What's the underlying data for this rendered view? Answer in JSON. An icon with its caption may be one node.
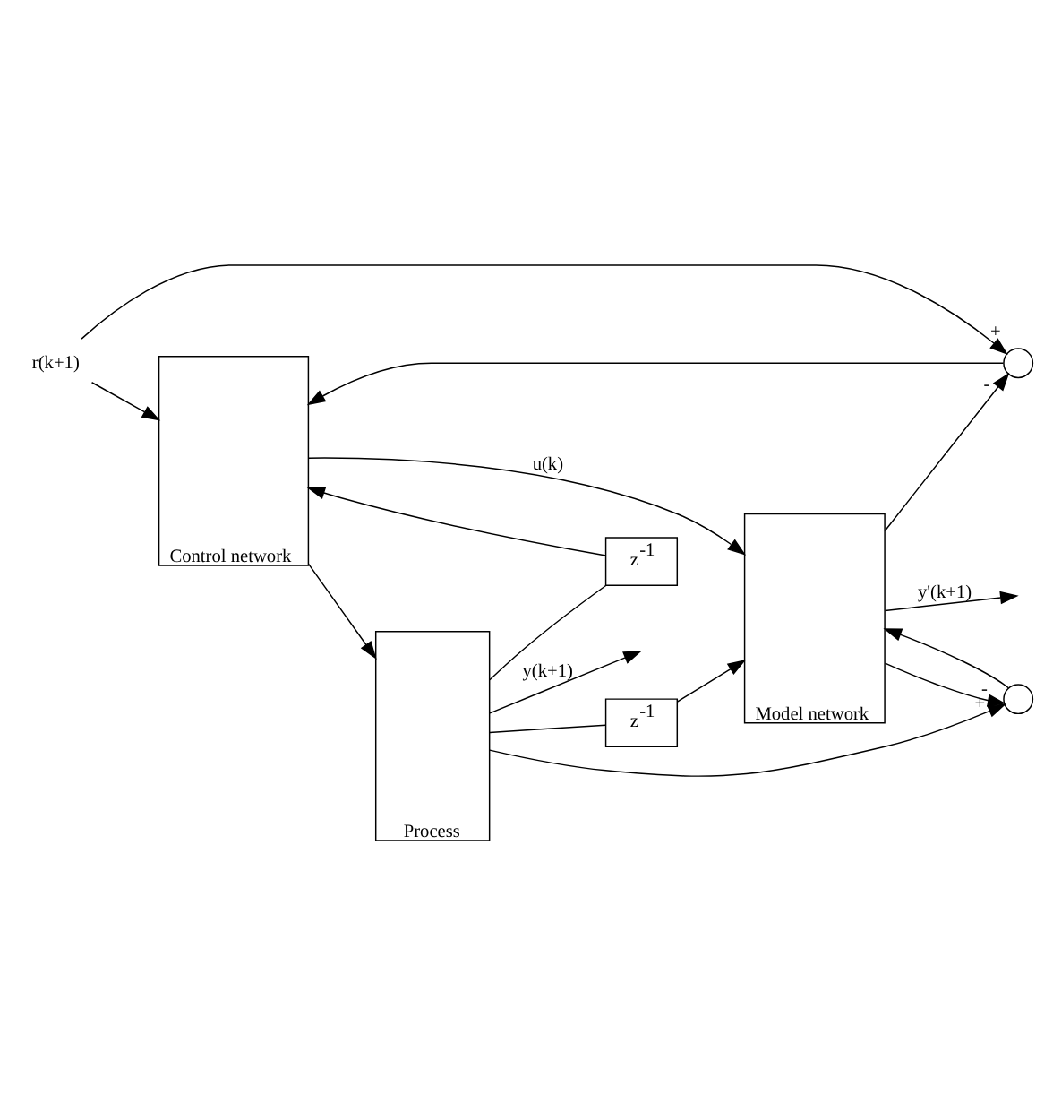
{
  "diagram": {
    "nodes": [
      {
        "text": [
          "r(k+1)"
        ]
      },
      {
        "text": [
          "z$^{-1}$"
        ]
      },
      {
        "text": [
          "Control network"
        ]
      },
      {
        "text": [
          "z$^{-1}$"
        ]
      },
      {
        "text": [
          "Model network"
        ]
      },
      {
        "text": [
          "Process"
        ]
      },
      {
        "text": [],
        "shape": "circle"
      },
      {
        "text": [],
        "shape": "circle"
      }
    ],
    "edges": [
      {
        "from": 0,
        "to": 2,
        "arrow": "to"
      },
      {
        "from": 0,
        "to": 6,
        "arrow": "to",
        "label": "+"
      },
      {
        "from": 1,
        "to": 2,
        "arrow": "to"
      },
      {
        "from": 2,
        "to": 4,
        "arrow": "to",
        "label": "u(k)"
      },
      {
        "from": 2,
        "to": 5,
        "arrow": "to"
      },
      {
        "from": 3,
        "to": 4,
        "arrow": "to"
      },
      {
        "from": 4,
        "to": null,
        "arrow": "to",
        "label": "y'(k+1)"
      },
      {
        "from": 4,
        "to": 6,
        "arrow": "to",
        "label": "-"
      },
      {
        "from": 4,
        "to": 7,
        "arrow": "to",
        "label": "-"
      },
      {
        "from": 5,
        "to": null,
        "arrow": "to",
        "label": "y(k+1)"
      },
      {
        "from": 5,
        "to": 7,
        "arrow": "to",
        "label": "+"
      },
      {
        "from": 5,
        "to": 3,
        "arrow": "none"
      },
      {
        "from": 5,
        "to": 1,
        "arrow": "none"
      },
      {
        "from": 6,
        "to": 2,
        "arrow": "to"
      },
      {
        "from": 7,
        "to": 4,
        "arrow": "to"
      }
    ]
  }
}
